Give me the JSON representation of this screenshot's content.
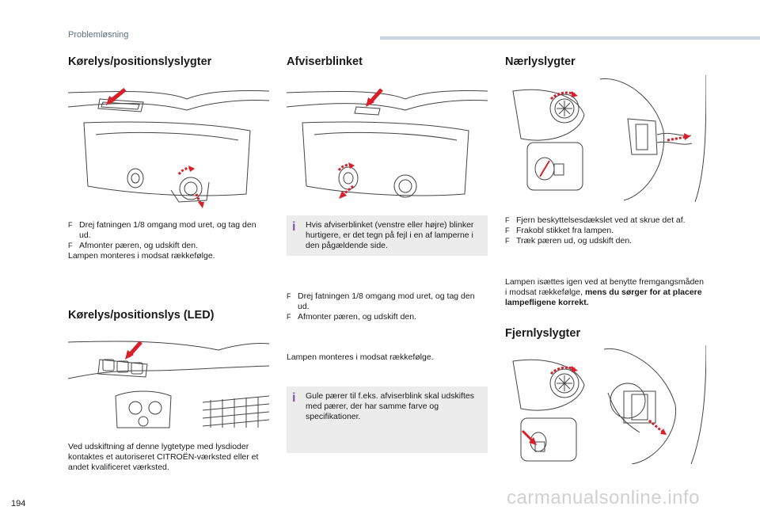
{
  "header": {
    "section": "Problemløsning"
  },
  "col1": {
    "title1": "Kørelys/positionslyslygter",
    "bullets1": [
      "Drej fatningen 1/8 omgang mod uret, og tag den ud.",
      "Afmonter pæren, og udskift den."
    ],
    "after1": "Lampen monteres i modsat rækkefølge.",
    "title2": "Kørelys/positionslys (LED)",
    "body2": "Ved udskiftning af denne lygtetype med lysdioder kontaktes et autoriseret CITROËN-værksted eller et andet kvalificeret værksted."
  },
  "col2": {
    "title": "Afviserblinket",
    "note1": "Hvis afviserblinket (venstre eller højre) blinker hurtigere, er det tegn på fejl i en af lamperne i den pågældende side.",
    "bullets": [
      "Drej fatningen 1/8 omgang mod uret, og tag den ud.",
      "Afmonter pæren, og udskift den."
    ],
    "after": "Lampen monteres i modsat rækkefølge.",
    "note2": "Gule pærer til f.eks. afviserblink skal udskiftes med pærer, der har samme farve og specifikationer."
  },
  "col3": {
    "title1": "Nærlyslygter",
    "bullets1": [
      "Fjern beskyttelsesdækslet ved at skrue det af.",
      "Frakobl stikket fra lampen.",
      "Træk pæren ud, og udskift den."
    ],
    "after1_plain": "Lampen isættes igen ved at benytte fremgangsmåden i modsat rækkefølge, ",
    "after1_bold": "mens du sørger for at placere lampefligene korrekt.",
    "title2": "Fjernlyslygter"
  },
  "bullet_marker": "F",
  "footer": {
    "page_number": "194",
    "watermark": "carmanualsonline.info"
  },
  "colors": {
    "accent_arrow": "#d8202a",
    "note_bg": "#ececec",
    "info_icon": "#7b57a8",
    "header_bar": "#c7d3df"
  }
}
